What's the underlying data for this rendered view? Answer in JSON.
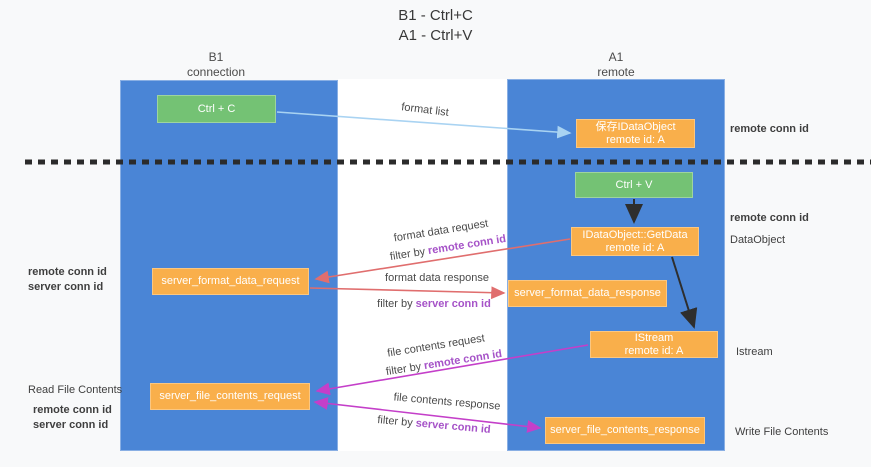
{
  "title": {
    "line1": "B1 - Ctrl+C",
    "line2": "A1 - Ctrl+V"
  },
  "columns": {
    "left": {
      "line1": "B1",
      "line2": "connection"
    },
    "right": {
      "line1": "A1",
      "line2": "remote"
    }
  },
  "boxes": {
    "ctrl_c": {
      "label": "Ctrl + C"
    },
    "save_dataobject": {
      "line1": "保存IDataObject",
      "line2": "remote id: A"
    },
    "ctrl_v": {
      "label": "Ctrl + V"
    },
    "getdata": {
      "line1": "IDataObject::GetData",
      "line2": "remote id: A"
    },
    "format_request": {
      "label": "server_format_data_request"
    },
    "format_response": {
      "label": "server_format_data_response"
    },
    "istream": {
      "line1": "IStream",
      "line2": "remote id: A"
    },
    "file_request": {
      "label": "server_file_contents_request"
    },
    "file_response": {
      "label": "server_file_contents_response"
    }
  },
  "annotations": {
    "format_list": "format list",
    "format_data_request": "format data request",
    "filter_remote_1": {
      "prefix": "filter by",
      "highlight": "remote conn id"
    },
    "format_data_response": "format data response",
    "filter_server_1": {
      "prefix": "filter by",
      "highlight": "server conn id"
    },
    "file_contents_request": "file contents request",
    "filter_remote_2": {
      "prefix": "filter by",
      "highlight": "remote conn id"
    },
    "file_contents_response": "file contents response",
    "filter_server_2": {
      "prefix": "filter by",
      "highlight": "server conn id"
    }
  },
  "side_labels": {
    "right_remote_conn_1": "remote conn id",
    "right_remote_conn_2": "remote conn id",
    "dataobject": "DataObject",
    "istream": "Istream",
    "write_file": "Write File Contents",
    "left_remote_conn_1": "remote conn id",
    "left_server_conn_1": "server conn id",
    "read_file": "Read File Contents",
    "left_remote_conn_2": "remote conn id",
    "left_server_conn_2": "server conn id"
  },
  "colors": {
    "lane_blue": "#4a85d6",
    "box_orange": "#f9af4b",
    "box_green": "#74c274",
    "text_purple": "#a653c8",
    "text_green": "#58b75c",
    "arrow_salmon": "#e06e6e",
    "arrow_magenta": "#c43fc9",
    "arrow_lightblue": "#a9d3f2",
    "arrow_black": "#2e2e2e",
    "divider_dark": "#2b2b2b"
  }
}
